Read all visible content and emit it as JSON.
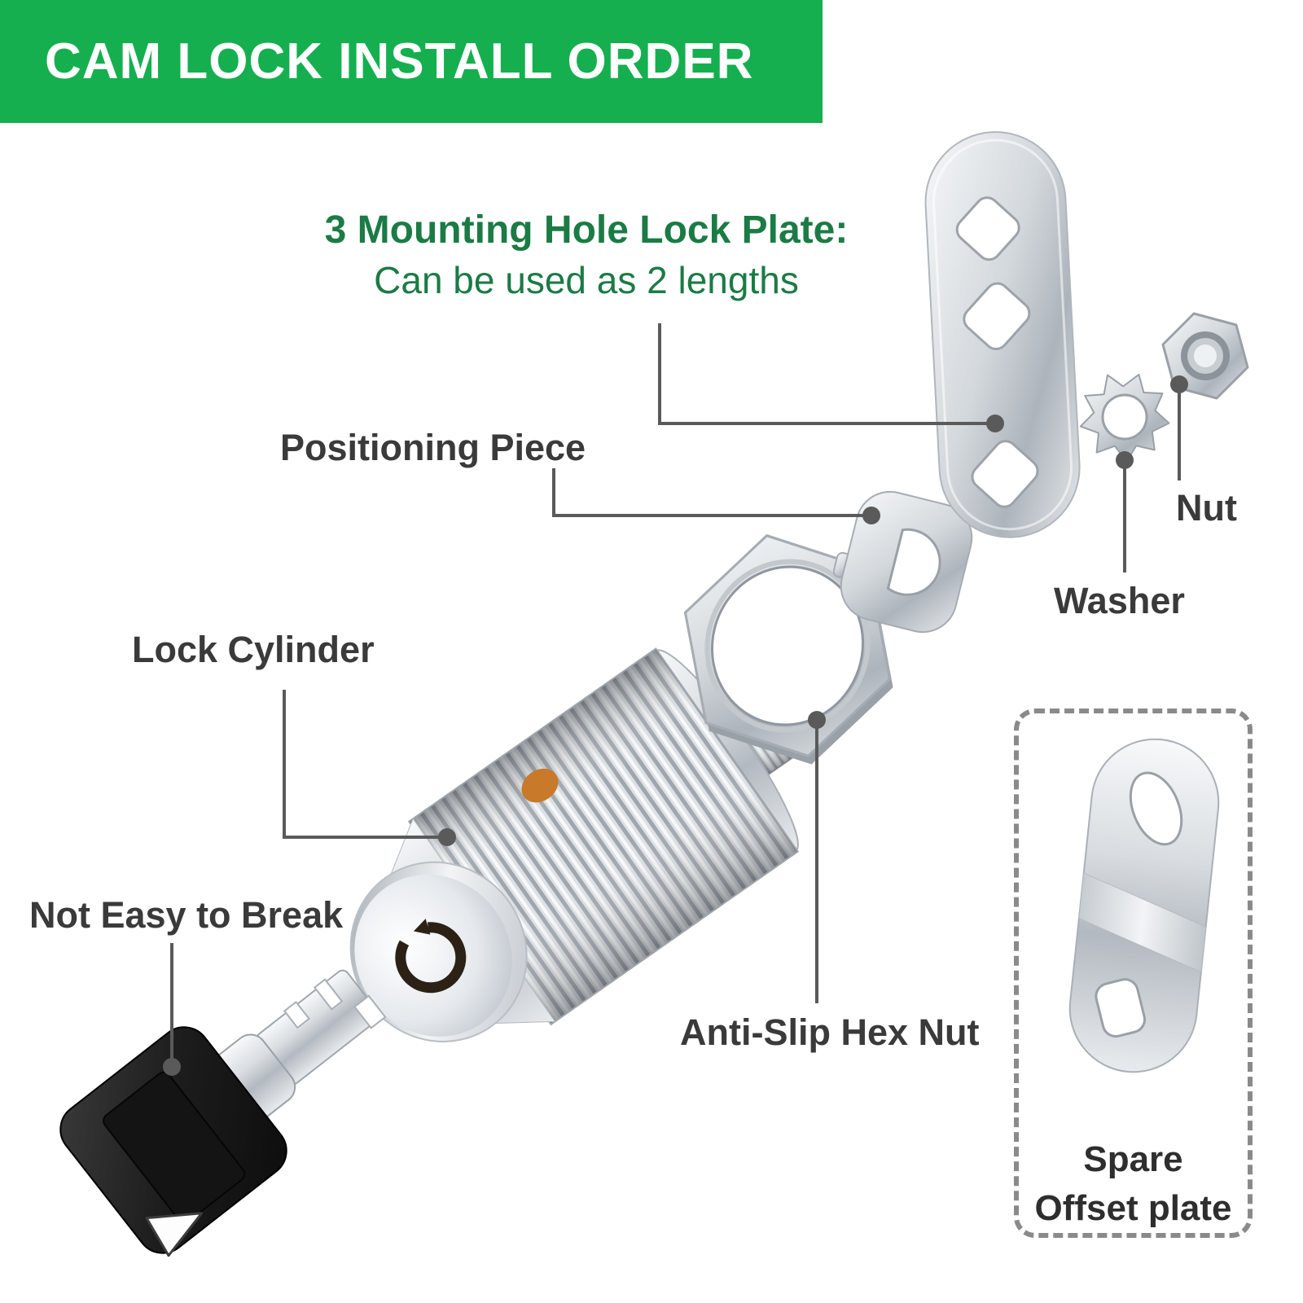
{
  "banner": {
    "title": "CAM LOCK INSTALL ORDER"
  },
  "heading": {
    "line1": "3 Mounting Hole Lock Plate:",
    "line2": "Can be used as 2 lengths"
  },
  "labels": {
    "positioning_piece": "Positioning Piece",
    "lock_cylinder": "Lock Cylinder",
    "not_easy_to_break": "Not Easy to Break",
    "anti_slip_hex_nut": "Anti-Slip Hex Nut",
    "nut": "Nut",
    "washer": "Washer"
  },
  "spare_box": {
    "line1": "Spare",
    "line2": "Offset plate"
  },
  "part_icons": [
    "lock-plate-image",
    "star-washer-image",
    "nut-image",
    "positioning-piece-image",
    "anti-slip-hex-nut-image",
    "lock-cylinder-image",
    "key-image",
    "spare-offset-plate-image"
  ],
  "colors": {
    "banner_green": "#15AF50",
    "heading_green": "#1B7B45",
    "label_gray": "#3A3A3A",
    "leader_gray": "#5A5A5A",
    "dash_gray": "#8A8A8A",
    "orange_dot": "#C8792A"
  }
}
